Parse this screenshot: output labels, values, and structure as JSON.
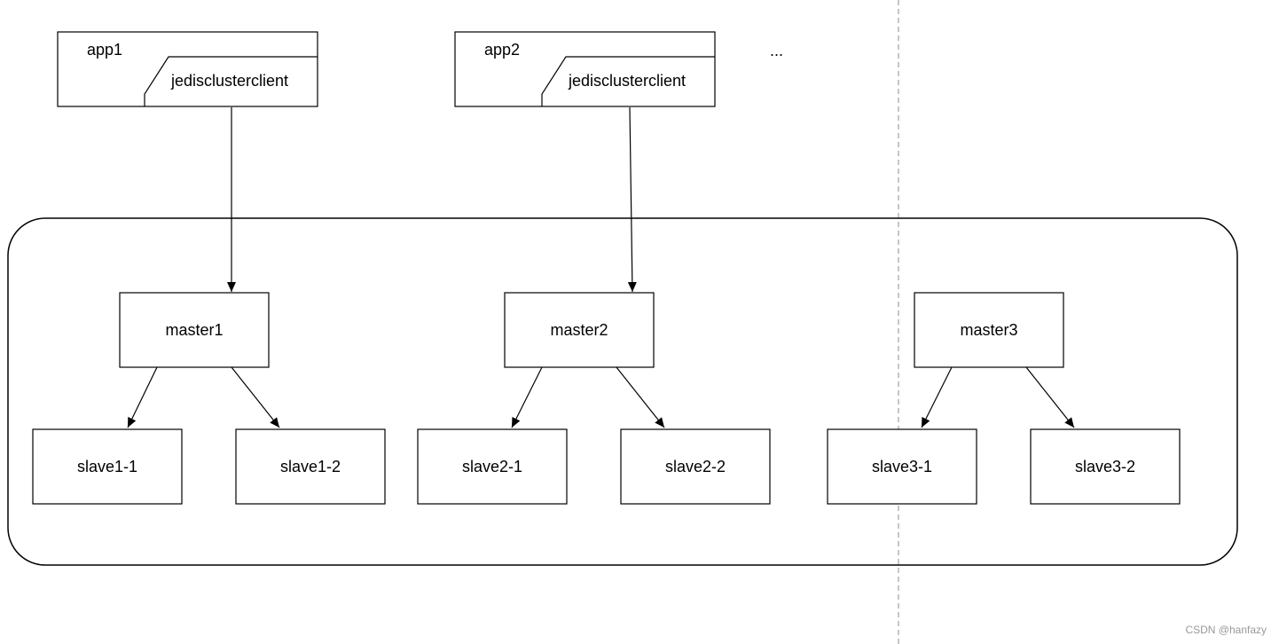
{
  "apps": [
    {
      "label": "app1",
      "client": "jedisclusterclient"
    },
    {
      "label": "app2",
      "client": "jedisclusterclient"
    }
  ],
  "more_apps": "...",
  "masters": [
    "master1",
    "master2",
    "master3"
  ],
  "slaves": [
    [
      "slave1-1",
      "slave1-2"
    ],
    [
      "slave2-1",
      "slave2-2"
    ],
    [
      "slave3-1",
      "slave3-2"
    ]
  ],
  "watermark": "CSDN @hanfazy"
}
